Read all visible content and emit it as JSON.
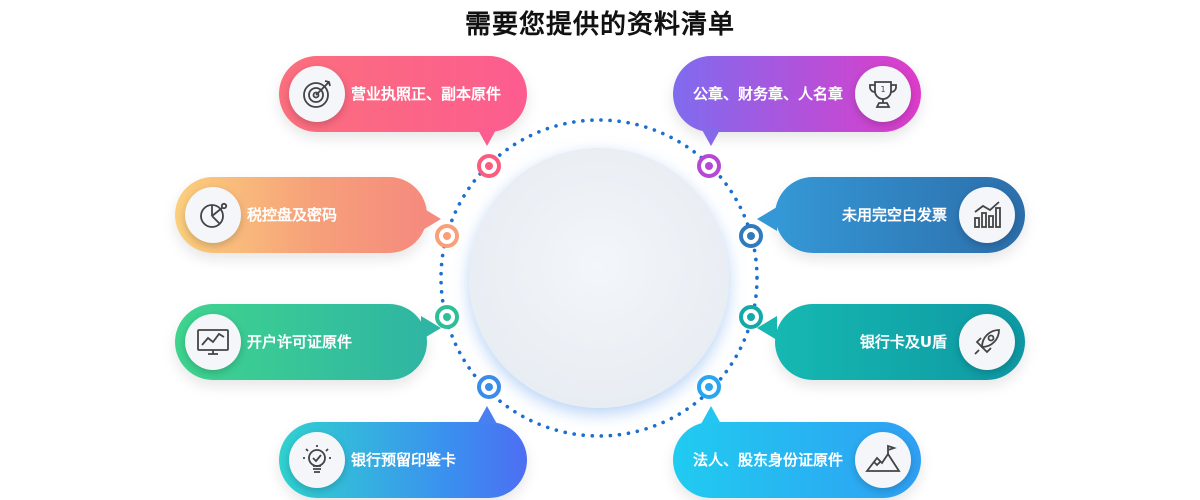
{
  "title": "需要您提供的资料清单",
  "items": [
    {
      "label": "营业执照正、副本原件",
      "icon": "target-icon"
    },
    {
      "label": "公章、财务章、人名章",
      "icon": "trophy-icon"
    },
    {
      "label": "税控盘及密码",
      "icon": "pie-chart-icon"
    },
    {
      "label": "未用完空白发票",
      "icon": "bar-chart-icon"
    },
    {
      "label": "开户许可证原件",
      "icon": "monitor-chart-icon"
    },
    {
      "label": "银行卡及U盾",
      "icon": "rocket-icon"
    },
    {
      "label": "银行预留印鉴卡",
      "icon": "lightbulb-icon"
    },
    {
      "label": "法人、股东身份证原件",
      "icon": "mountain-flag-icon"
    }
  ],
  "colors": {
    "pill1": [
      "#f7b24f",
      "#fc5c7d"
    ],
    "pill2": [
      "#8b62e8",
      "#e23ac7"
    ],
    "pill3": [
      "#fbd27e",
      "#f87d7d"
    ],
    "pill4": [
      "#2f9bd8",
      "#2f6ead"
    ],
    "pill5": [
      "#3ed191",
      "#2ab4a6"
    ],
    "pill6": [
      "#14b6b0",
      "#0f9aa4"
    ],
    "pill7": [
      "#2bd7d0",
      "#4b6ff0"
    ],
    "pill8": [
      "#24c9f0",
      "#2f9ff3"
    ],
    "ring": "#1a6fd0"
  }
}
